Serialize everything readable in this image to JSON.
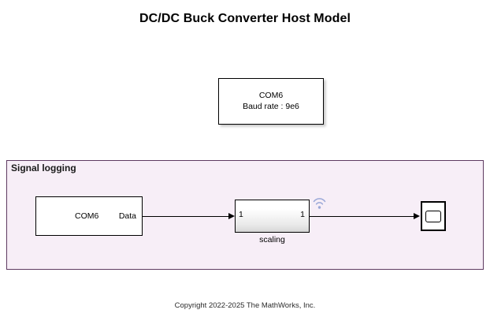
{
  "model": {
    "title": "DC/DC Buck Converter Host Model",
    "copyright": "Copyright 2022-2025 The MathWorks, Inc."
  },
  "config_block": {
    "port_name": "COM6",
    "baud_rate": "Baud rate : 9e6"
  },
  "signal_logging_panel": {
    "label": "Signal logging",
    "border_color": "#5E3A61",
    "fill_color": "#F7EEF7"
  },
  "blocks": {
    "serial_receive": {
      "name": "COM6",
      "output_port_label": "Data"
    },
    "scaling": {
      "label": "scaling",
      "input_port_number": "1",
      "output_port_number": "1",
      "badge_icon": "broadcast-icon",
      "badge_color": "#9aa8d8"
    },
    "scope": {
      "icon": "scope-icon"
    }
  }
}
